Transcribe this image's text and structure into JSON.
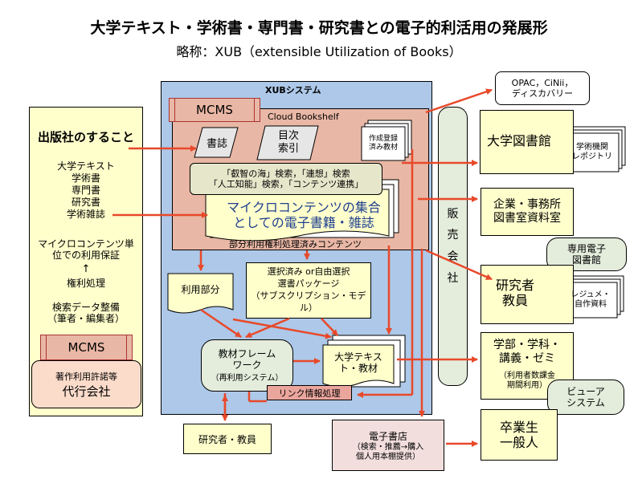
{
  "title": "大学テキスト・学術書・専門書・研究書との電子的利活用の発展形",
  "subtitle": "略称：XUB（extensible Utilization of Books）",
  "colors": {
    "system_blue": "#adc8e8",
    "salmon": "#e9b7a5",
    "cream": "#ffffcc",
    "arrow": "#e8492a",
    "link_box": "#eaa59d",
    "store_pink": "#f3dede",
    "agency_peach": "#fbdccb",
    "kyozai_green": "#e4ecdc"
  },
  "publisher": {
    "heading": "出版社のすること",
    "items": "大学テキスト\n学術書\n専門書\n研究書\n学術雑誌",
    "micro": "マイクロコンテンツ単\n位での利用保証",
    "arrow_up": "↑",
    "rights": "権利処理",
    "search": "検索データ整備\n（筆者・編集者）",
    "mcms": "MCMS",
    "agency_small": "著作利用許諾等",
    "agency_big": "代行会社"
  },
  "system": {
    "title": "XUBシステム",
    "mcms": "MCMS",
    "cloud": "Cloud Bookshelf",
    "shoshi": "書誌",
    "mokuji": "目次\n索引",
    "sakusei": "作成登録\n済み教材",
    "search": "「叡智の海」検索，「連想」検索\n「人工知能」検索，「コンテンツ連携」",
    "micro_title": "マイクロコンテンツの集合\nとしての電子書籍・雑誌",
    "partial": "部分利用権利処理済みコンテンツ",
    "riyou": "利用部分",
    "package": "選択済み or自由選択\n選書パッケージ\n（サブスクリプション・モデル）",
    "kyozai_fw": "教材フレーム\nワーク",
    "kyozai_fw_sub": "（再利用システム）",
    "textbook": "大学テキス\nト・教材",
    "link": "リンク情報処理"
  },
  "hanbai": "販\n売\n会\n社",
  "right": {
    "opac": "OPAC，CiNii，\nディスカバリー",
    "univ_lib": "大学図書館",
    "repo": "学術機関\nレポジトリ",
    "company": "企業・事務所\n図書室資料室",
    "special_lib": "専用電子\n図書館",
    "researcher": "研究者\n教員",
    "resume": "レジュメ・\n自作資料",
    "dept": "学部・学科・\n講義・ゼミ",
    "dept_sub": "（利用者数課金\n期間利用）",
    "viewer": "ビューア\nシステム",
    "graduate": "卒業生\n一般人"
  },
  "bottom": {
    "researcher": "研究者・教員",
    "store_title": "電子書店",
    "store_desc": "（検索・推薦→購入\n個人用本棚提供）"
  }
}
